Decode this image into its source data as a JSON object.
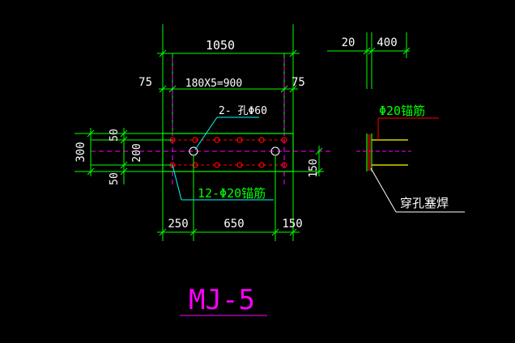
{
  "colors": {
    "background": "#000000",
    "dimension": "#00ff00",
    "text": "#ffffff",
    "leader": "#00ffff",
    "plate": "#00ff00",
    "anchor": "#ff0000",
    "centerline": "#ff00ff",
    "rebar_label": "#00ff00",
    "weld_label": "#ffffff",
    "title": "#ff00ff"
  },
  "plan": {
    "dim_total_width": "1050",
    "dim_edge_left": "75",
    "dim_edge_right": "75",
    "dim_spacing": "180X5=900",
    "hole_label": "2-  孔Φ60",
    "dim_total_height": "300",
    "dim_top_edge": "50",
    "dim_mid": "200",
    "dim_bottom_edge": "50",
    "dim_right_offset": "150",
    "anchor_label": "12-Φ20锚筋",
    "dim_bottom_left": "250",
    "dim_bottom_mid": "650",
    "dim_bottom_right": "150"
  },
  "section": {
    "dim_thickness": "20",
    "dim_length": "400",
    "rebar_label": "Φ20锚筋",
    "weld_label": "穿孔塞焊"
  },
  "title": "MJ-5"
}
